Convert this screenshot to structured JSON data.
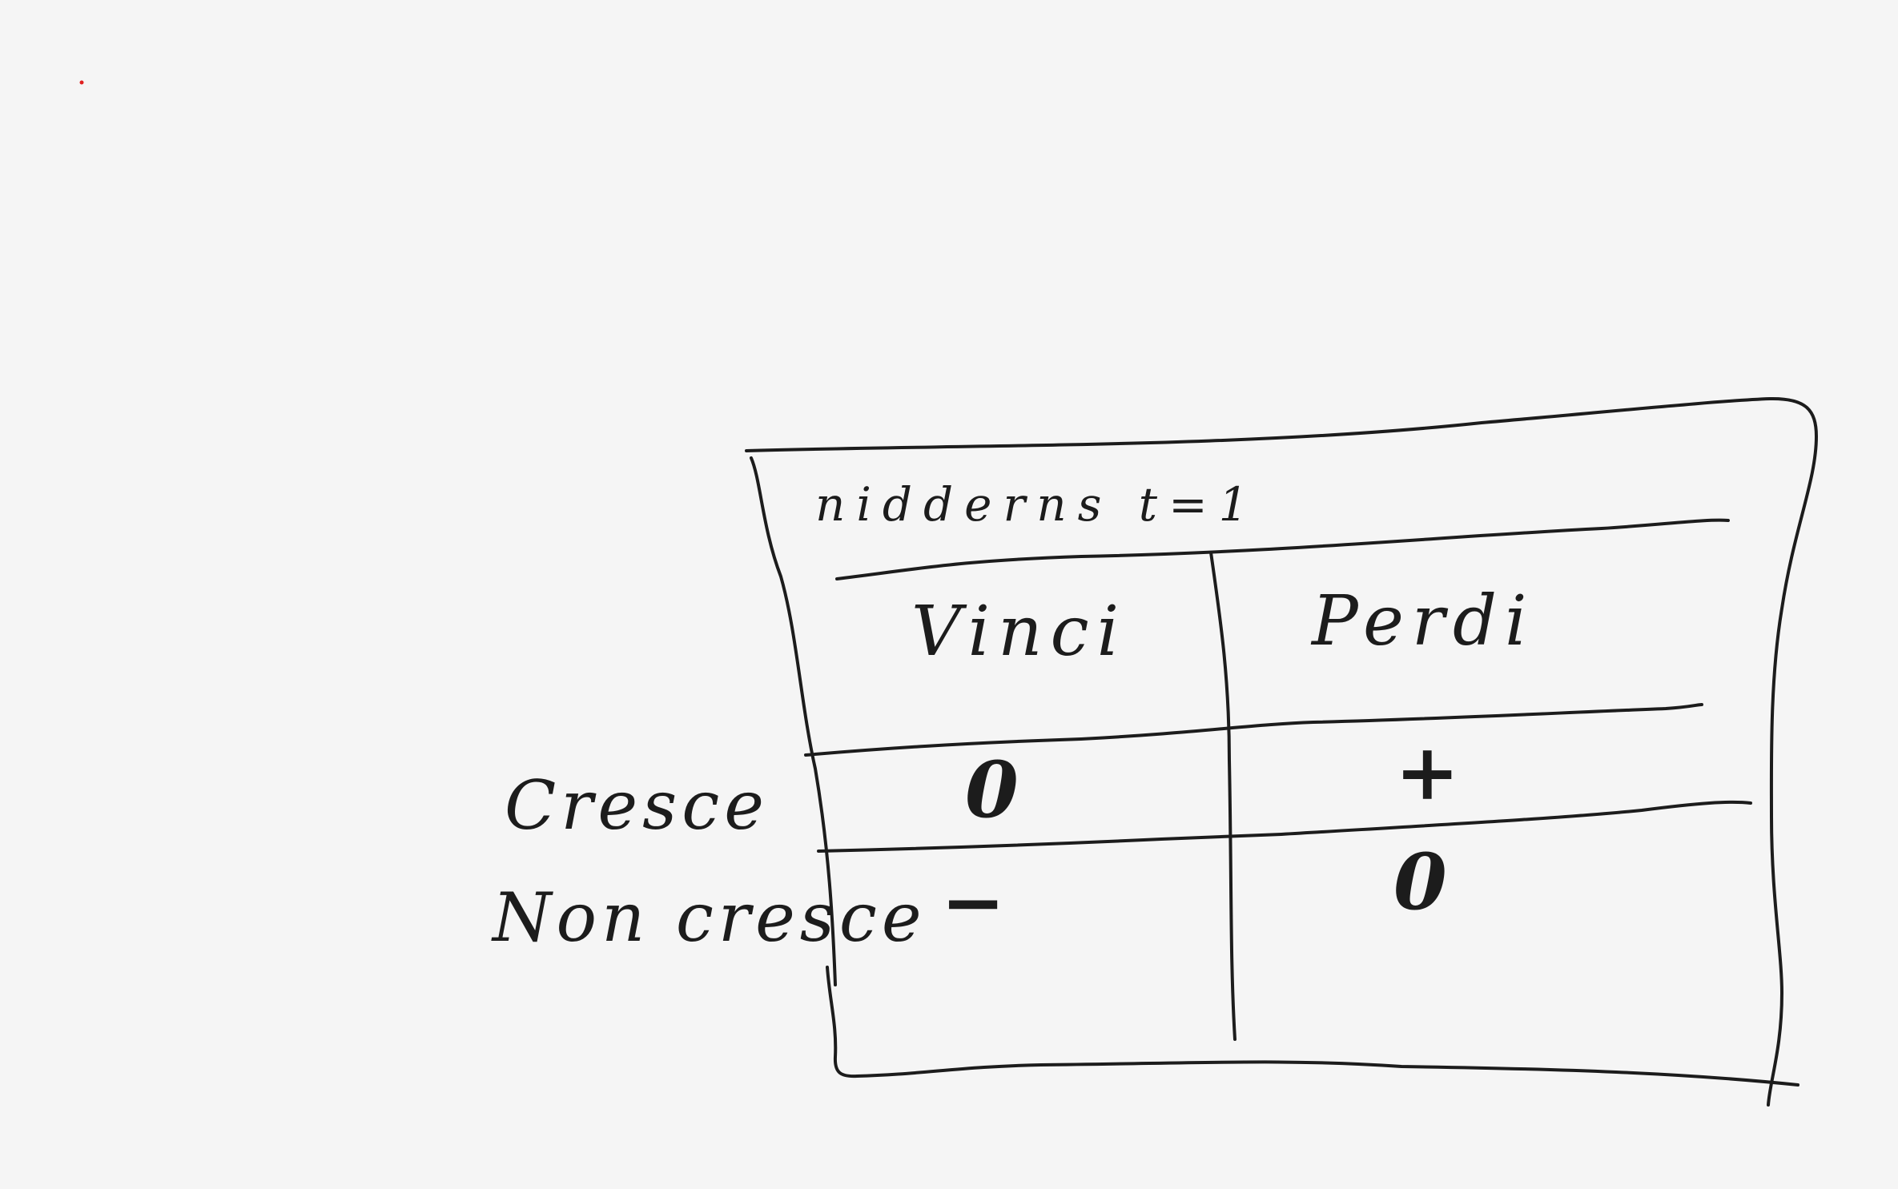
{
  "sketch": {
    "title": "nidderns t=1",
    "column_headers": [
      "Vinci",
      "Perdi"
    ],
    "row_headers": [
      "Cresce",
      "Non cresce"
    ],
    "cells": [
      [
        "0",
        "+"
      ],
      [
        "−",
        "0"
      ]
    ]
  },
  "colors": {
    "background": "#f5f5f5",
    "ink": "#1c1c1c",
    "stray_mark": "#e02020"
  }
}
